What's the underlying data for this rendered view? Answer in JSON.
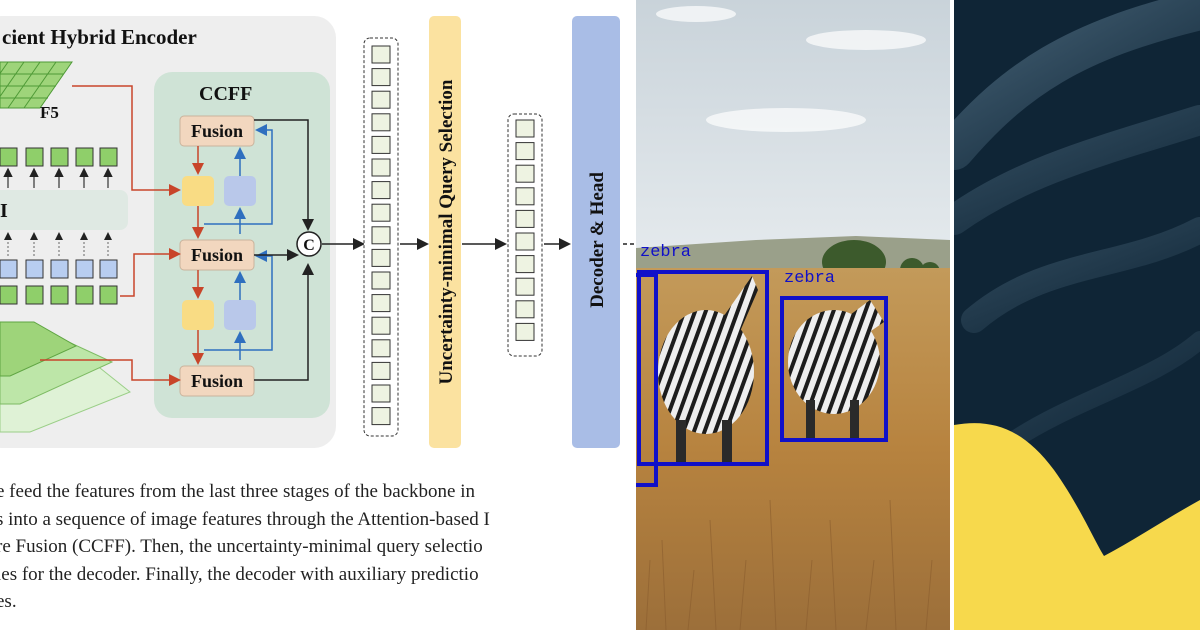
{
  "diagram": {
    "encoder_title": "cient Hybrid Encoder",
    "f5_label": "F5",
    "ccff_title": "CCFF",
    "fusion_label": "Fusion",
    "concat_symbol": "C",
    "aifi_fragment": "I",
    "query_selection_label": "Uncertainty-minimal Query Selection",
    "decoder_label": "Decoder & Head"
  },
  "caption": {
    "lines": [
      "e feed the features from the last three stages of the backbone in",
      "s into a sequence of image features through the Attention-based I",
      "re Fusion (CCFF). Then, the uncertainty-minimal query selectio",
      "ies for the decoder. Finally, the decoder with auxiliary predictio",
      "es."
    ]
  },
  "photo": {
    "detections": [
      {
        "label": "zebra"
      },
      {
        "label": "zebra"
      }
    ],
    "colors": {
      "box": "#1010c8",
      "sky": "#dfe6ea",
      "grass": "#b98a4a"
    }
  },
  "banner": {
    "colors": {
      "background": "#0f2536",
      "accent": "#f7d94c"
    }
  }
}
